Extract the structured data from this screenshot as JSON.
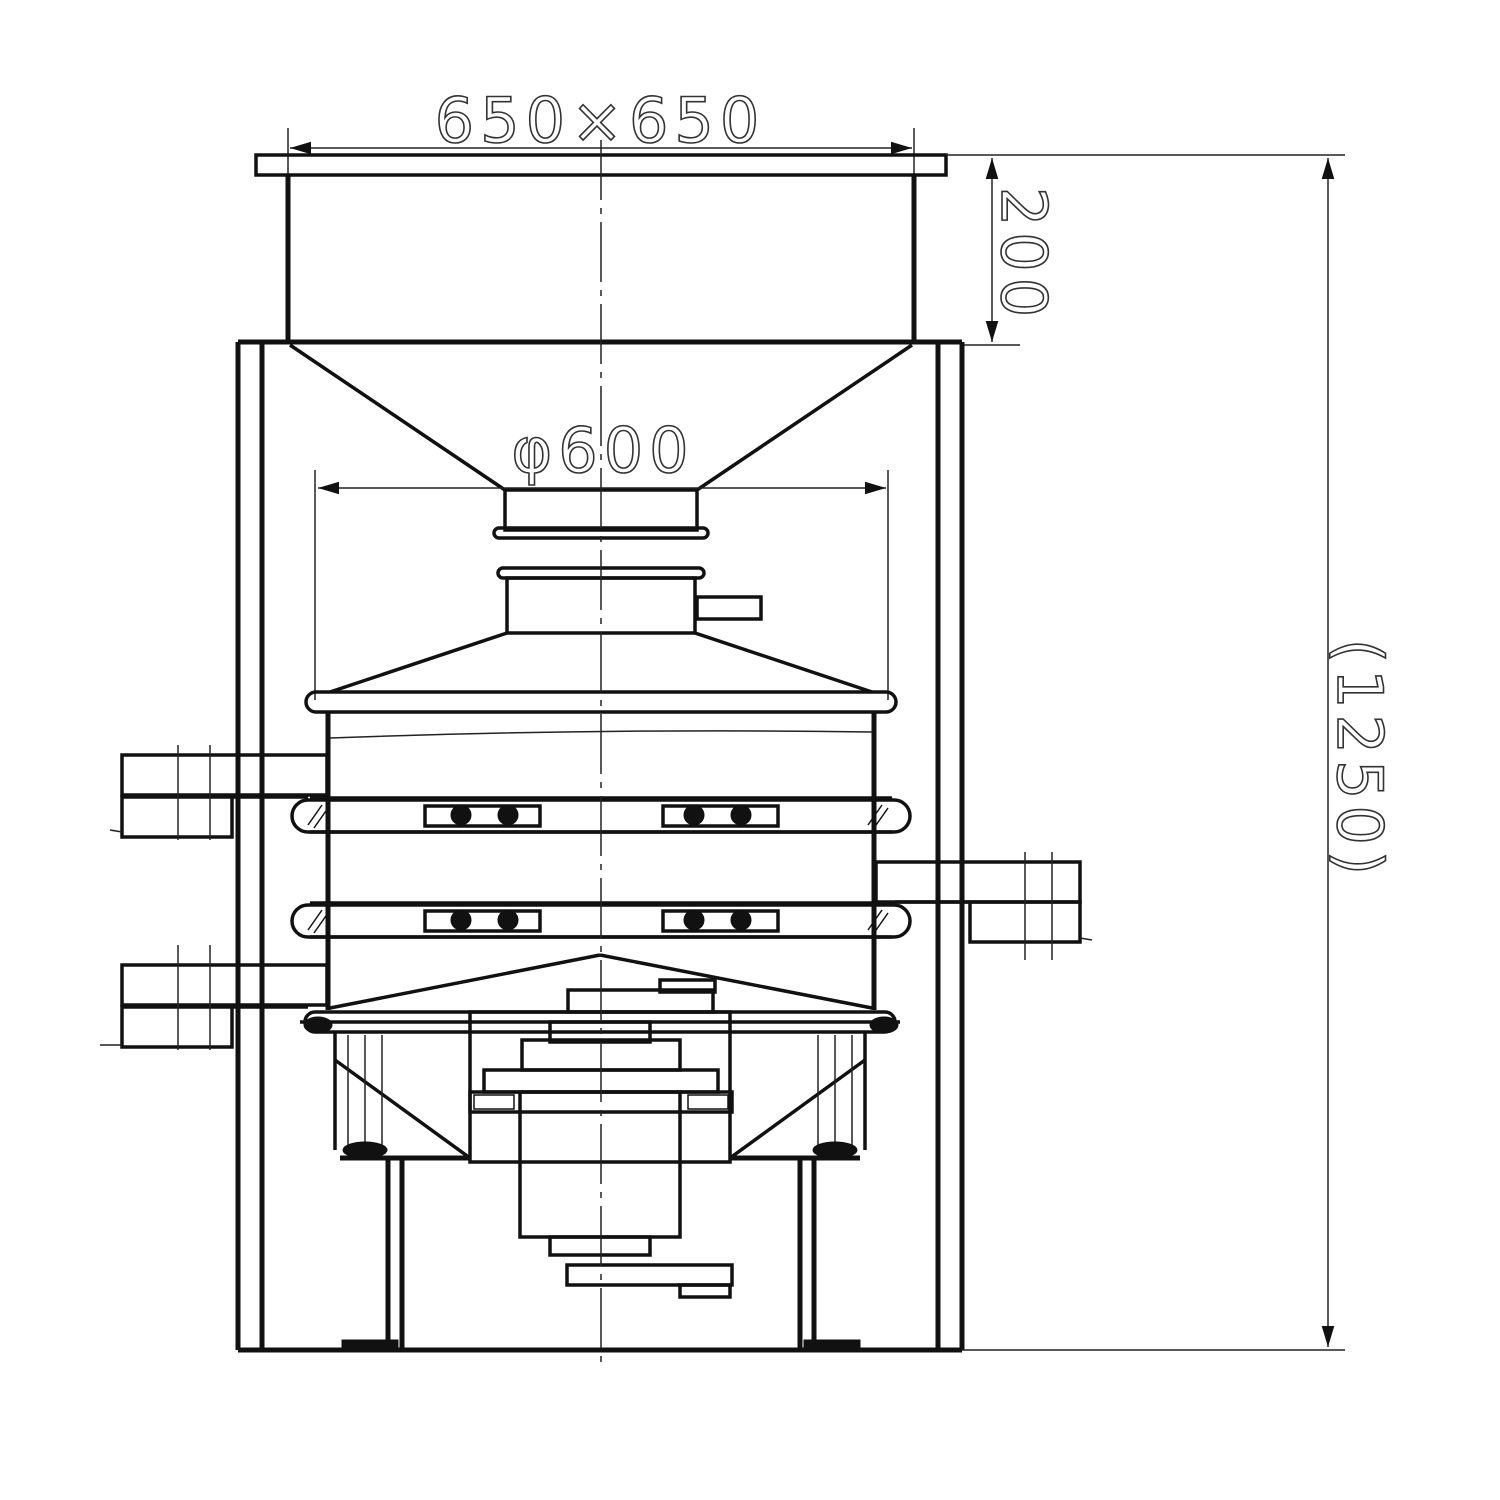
{
  "dimensions": {
    "inlet_size": "650×650",
    "inlet_height": "200",
    "screen_diameter": "φ600",
    "overall_height": "(1250)"
  },
  "colors": {
    "line": "#111111",
    "background": "#ffffff"
  }
}
